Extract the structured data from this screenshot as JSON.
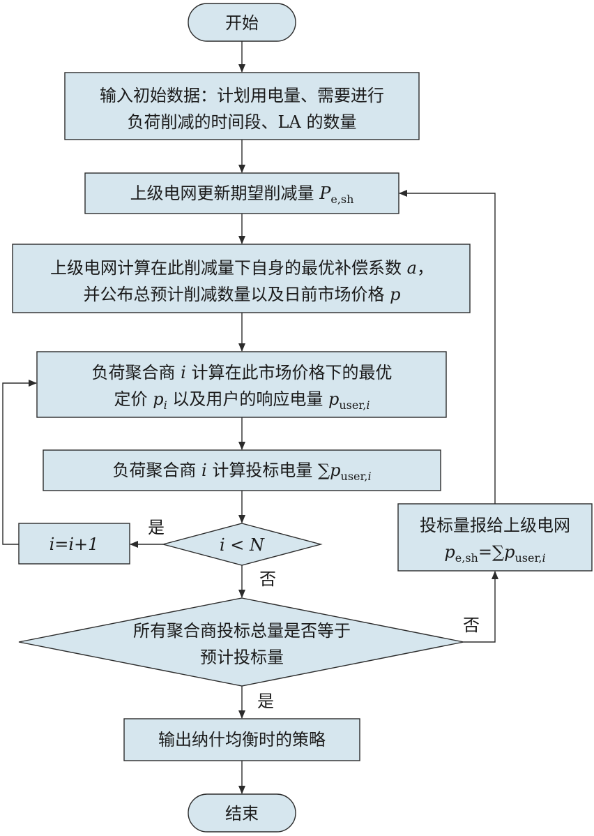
{
  "nodes": {
    "start": "开始",
    "input_l1": "输入初始数据：计划用电量、需要进行",
    "input_l2": "负荷削减的时间段、LA 的数量",
    "update": "上级电网更新期望削减量",
    "update_sym": "P",
    "update_sub": "e,sh",
    "compute_l1": "上级电网计算在此削减量下自身的最优补偿系数",
    "compute_l1_sym": "a",
    "compute_l1_end": "，",
    "compute_l2": "并公布总预计削减数量以及日前市场价格",
    "compute_l2_sym": "p",
    "agg_l1a": "负荷聚合商",
    "agg_l1_i": "i",
    "agg_l1b": "计算在此市场价格下的最优",
    "agg_l2a": "定价",
    "agg_l2_p": "p",
    "agg_l2_psub": "i",
    "agg_l2b": "以及用户的响应电量",
    "agg_l2_p2": "p",
    "agg_l2_p2sub": "user,",
    "agg_l2_p2sub_i": "i",
    "bid_a": "负荷聚合商",
    "bid_i": "i",
    "bid_b": "计算投标电量",
    "bid_sum": "∑",
    "bid_p": "p",
    "bid_sub": "user,",
    "bid_sub_i": "i",
    "increment": "i=i+1",
    "cond_i": "i",
    "cond_op": " < ",
    "cond_N": "N",
    "check_l1": "所有聚合商投标总量是否等于",
    "check_l2": "预计投标量",
    "report_l1": "投标量报给上级电网",
    "report_p": "p",
    "report_psub": "e,sh",
    "report_eq": "=∑",
    "report_p2": "p",
    "report_p2sub": "user,",
    "report_p2sub_i": "i",
    "output": "输出纳什均衡时的策略",
    "end": "结束"
  },
  "edges": {
    "yes_1": "是",
    "no_1": "否",
    "no_2": "否",
    "yes_2": "是"
  }
}
